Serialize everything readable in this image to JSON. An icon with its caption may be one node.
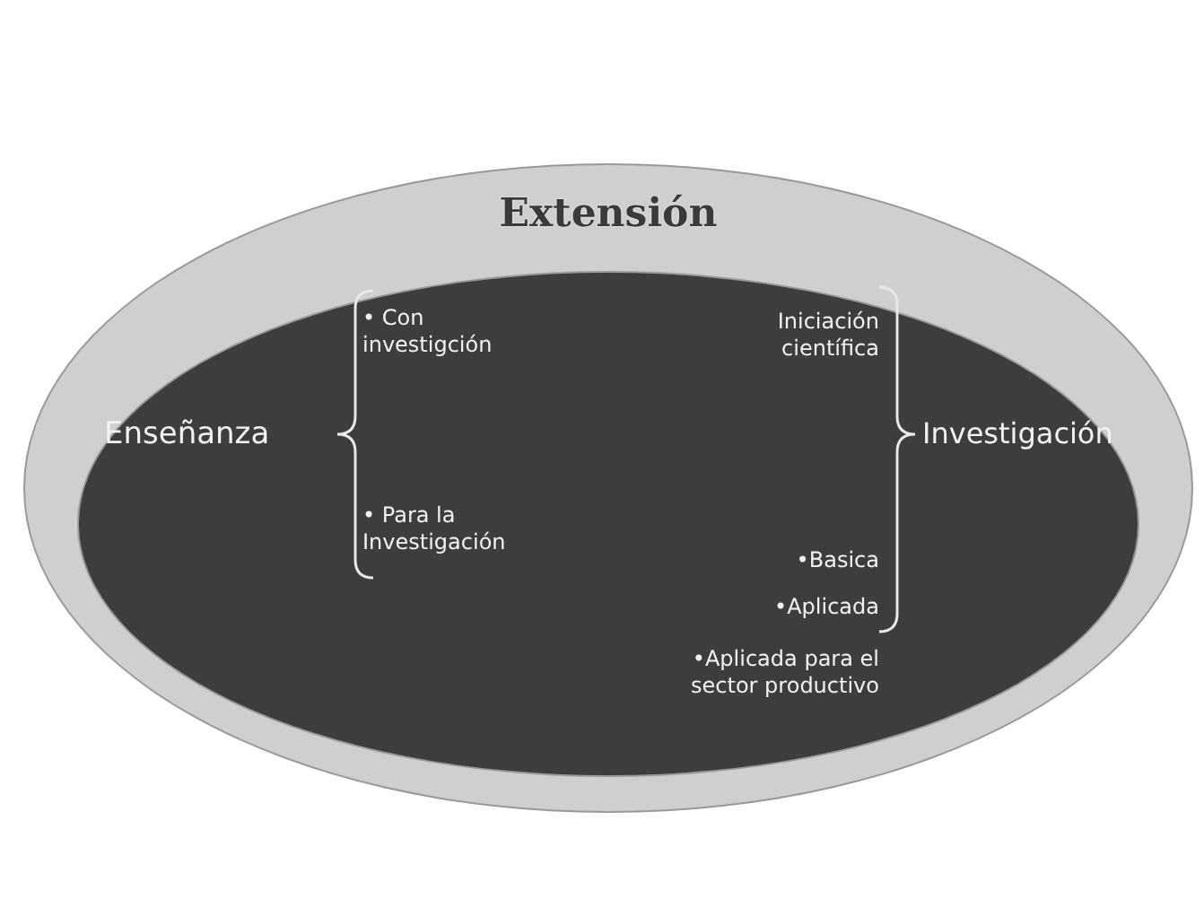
{
  "diagram": {
    "nodes": [
      {
        "text": [
          "Extensión"
        ]
      },
      {
        "text": [],
        "shape": "ellipse",
        "in": 0
      }
    ],
    "edges": [],
    "labels": [
      "• Con investigción",
      "Iniciación científica",
      "Enseñanza",
      "Investigación",
      "• Para la Investigación",
      "•Basica",
      "•Aplicada",
      "•Aplicada para el sector productivo"
    ]
  }
}
